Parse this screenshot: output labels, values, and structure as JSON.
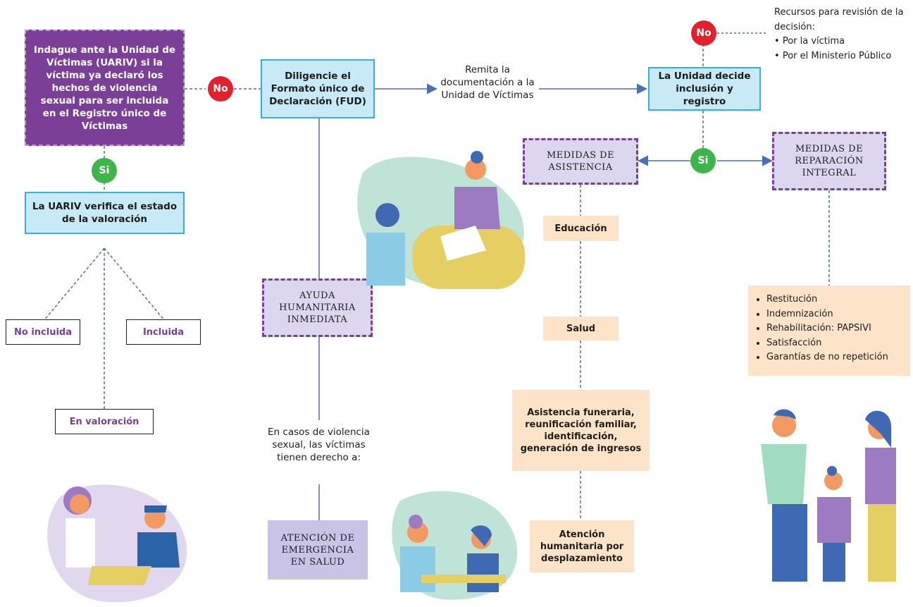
{
  "nodes": {
    "indague": "Indague ante la Unidad de Víctimas (UARIV) si la víctima ya declaró los hechos de violencia sexual para ser incluida en el Registro único de Víctimas",
    "diligencie": "Diligencie el Formato único de Declaración (FUD)",
    "remita": "Remita la documentación a la Unidad de Víctimas",
    "unidad_decide": "La Unidad decide inclusión y registro",
    "uariv_verifica": "La UARIV verifica el estado de la valoración",
    "no_incluida": "No incluida",
    "incluida": "Incluida",
    "en_valoracion": "En valoración",
    "medidas_asistencia": "MEDIDAS DE ASISTENCIA",
    "medidas_reparacion": "MEDIDAS DE REPARACIÓN INTEGRAL",
    "ayuda": "AYUDA HUMANITARIA INMEDIATA",
    "atencion_emergencia": "ATENCIÓN DE EMERGENCIA EN SALUD",
    "en_casos": "En casos de violencia sexual, las víctimas tienen derecho a:",
    "educacion": "Educación",
    "salud": "Salud",
    "asistencia_funeraria": "Asistencia funeraria, reunificación familiar, identificación, generación de ingresos",
    "atencion_humanitaria": "Atención humanitaria por desplazamiento"
  },
  "badges": {
    "no": "No",
    "si": "Si"
  },
  "recursos": {
    "title": "Recursos para revisión de la decisión:",
    "items": [
      "Por la víctima",
      "Por el Ministerio Público"
    ]
  },
  "reparacion_list": [
    "Restitución",
    "Indemnización",
    "Rehabilitación: PAPSIVI",
    "Satisfacción",
    "Garantías de no repetición"
  ],
  "colors": {
    "purple": "#7b3f98",
    "blue_fill": "#c8e9f6",
    "blue_border": "#35b0dc",
    "lavender": "#c9c3e6",
    "peach": "#fde3c8",
    "red": "#e5202e",
    "green": "#3db54a",
    "connector": "#4a6fb5"
  },
  "illustrations": [
    "two-women-meeting-illustration",
    "woman-and-officer-illustration",
    "women-at-table-illustration",
    "family-illustration"
  ]
}
